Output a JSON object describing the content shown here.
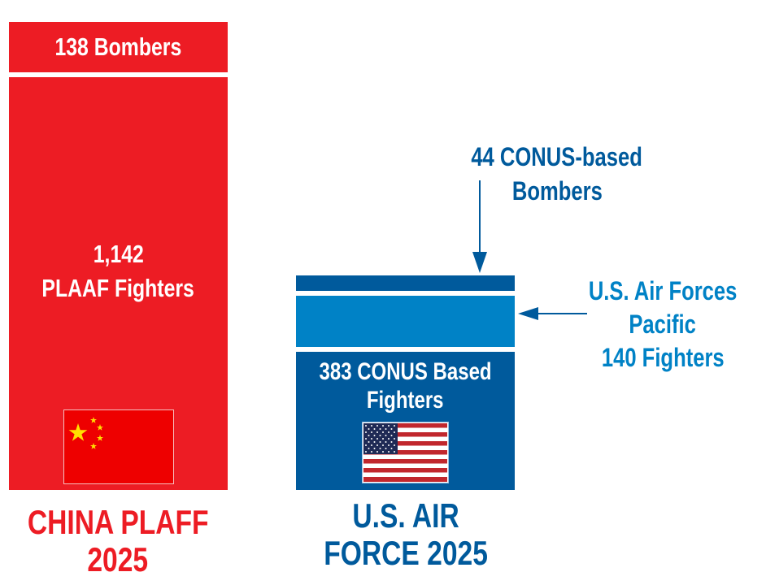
{
  "chart_data": {
    "type": "bar",
    "stacked": true,
    "categories": [
      "CHINA PLAFF 2025",
      "U.S. AIR FORCE 2025"
    ],
    "series": [
      {
        "name": "Fighters (PLAAF / CONUS Based)",
        "values": [
          1142,
          383
        ]
      },
      {
        "name": "U.S. Air Forces Pacific Fighters",
        "values": [
          0,
          140
        ]
      },
      {
        "name": "Bombers",
        "values": [
          138,
          44
        ]
      }
    ],
    "labels": {
      "china_bombers": "138 Bombers",
      "china_fighters_count": "1,142",
      "china_fighters_label": "PLAAF Fighters",
      "us_fighters_line1": "383 CONUS Based",
      "us_fighters_line2": "Fighters",
      "us_bombers_annot_line1": "44 CONUS-based",
      "us_bombers_annot_line2": "Bombers",
      "pacaf_line1": "U.S. Air Forces",
      "pacaf_line2": "Pacific",
      "pacaf_line3": "140 Fighters"
    },
    "titles": {
      "china_line1": "CHINA PLAFF",
      "china_line2": "2025",
      "us_line1": "U.S. AIR",
      "us_line2": "FORCE 2025"
    },
    "colors": {
      "china": "#ED1C24",
      "us_dark": "#005A9C",
      "us_light": "#0082C6"
    }
  }
}
